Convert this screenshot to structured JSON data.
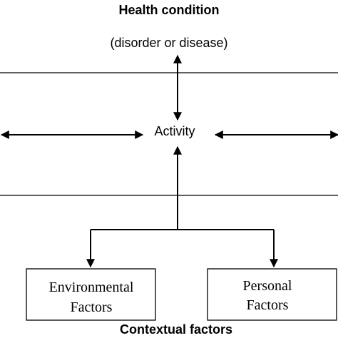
{
  "diagram": {
    "health_condition": {
      "title": "Health condition",
      "subtitle": "(disorder or disease)"
    },
    "activity": {
      "label": "Activity"
    },
    "contextual_factors": {
      "label": "Contextual factors",
      "environmental": {
        "line1": "Environmental",
        "line2": "Factors"
      },
      "personal": {
        "line1": "Personal",
        "line2": "Factors"
      }
    }
  }
}
